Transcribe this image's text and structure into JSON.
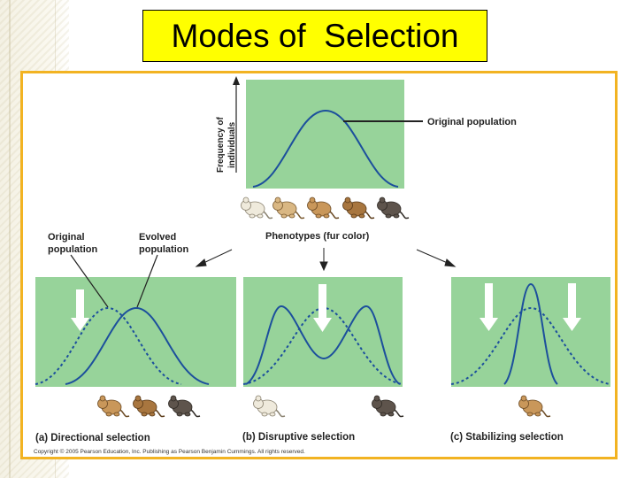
{
  "slide": {
    "title": "Modes of  Selection"
  },
  "figure": {
    "y_axis_label_line1": "Frequency of",
    "y_axis_label_line2": "individuals",
    "original_population_label": "Original population",
    "phenotypes_label": "Phenotypes (fur color)",
    "left_original_line1": "Original",
    "left_original_line2": "population",
    "evolved_line1": "Evolved",
    "evolved_line2": "population",
    "panel_a_label": "(a) Directional selection",
    "panel_b_label": "(b) Disruptive selection",
    "panel_c_label": "(c) Stabilizing selection",
    "copyright": "Copyright © 2005 Pearson Education, Inc. Publishing as Pearson Benjamin Cummings. All rights reserved.",
    "colors": {
      "panel_green": "#97d39a",
      "curve_blue": "#1c4f9c",
      "frame_gold": "#f2b322",
      "title_yellow": "#ffff00"
    }
  }
}
